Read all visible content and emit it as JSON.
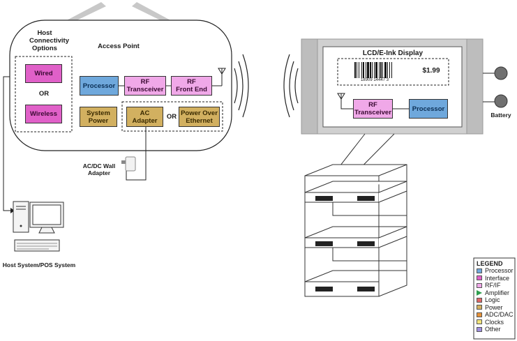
{
  "access_point": {
    "host_title": "Host\nConnectivity\nOptions",
    "title": "Access Point",
    "wired": "Wired",
    "or1": "OR",
    "wireless": "Wireless",
    "processor": "Processor",
    "rf_transceiver": "RF\nTransceiver",
    "rf_front_end": "RF\nFront End",
    "system_power": "System\nPower",
    "ac_adapter": "AC\nAdapter",
    "or2": "OR",
    "poe": "Power Over\nEthernet"
  },
  "wall_adapter": "AC/DC Wall\nAdapter",
  "host_system": "Host System/POS System",
  "display": {
    "title": "LCD/E-Ink Display",
    "barcode_number": "18909 14447 3",
    "price": "$1.99",
    "rf_transceiver": "RF\nTransceiver",
    "processor": "Processor",
    "battery": "Battery"
  },
  "legend": {
    "title": "LEGEND",
    "items": [
      {
        "label": "Processor",
        "color": "#6fa8dc",
        "shape": "square"
      },
      {
        "label": "Interface",
        "color": "#e060c8",
        "shape": "square"
      },
      {
        "label": "RF/IF",
        "color": "#f0a8e8",
        "shape": "square"
      },
      {
        "label": "Amplifier",
        "color": "#2e9e4e",
        "shape": "triangle"
      },
      {
        "label": "Logic",
        "color": "#e06666",
        "shape": "square"
      },
      {
        "label": "Power",
        "color": "#d2b060",
        "shape": "square"
      },
      {
        "label": "ADC/DAC",
        "color": "#e69138",
        "shape": "square"
      },
      {
        "label": "Clocks",
        "color": "#f1e37a",
        "shape": "square"
      },
      {
        "label": "Other",
        "color": "#9f8fe0",
        "shape": "square"
      }
    ]
  },
  "colors": {
    "processor": "#6fa8dc",
    "interface": "#e060c8",
    "rf_if": "#f0a8e8",
    "power": "#d2b060",
    "tag_frame": "#c8c8c8"
  }
}
